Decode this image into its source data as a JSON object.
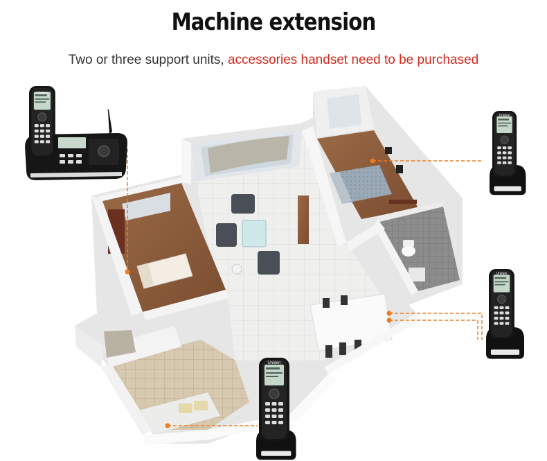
{
  "header": {
    "title": "Machine extension",
    "subtitle_plain": "Two or three support units, ",
    "subtitle_highlight": "accessories handset need to be purchased"
  },
  "phone": {
    "brand": "Uniden",
    "screen_text": "Uniden"
  },
  "colors": {
    "accent_line": "#f07a1e",
    "highlight_text": "#d0281c",
    "wall": "#f2f2f2",
    "floor_wood": "#8a5a3a",
    "floor_tile": "#eeeeec"
  }
}
